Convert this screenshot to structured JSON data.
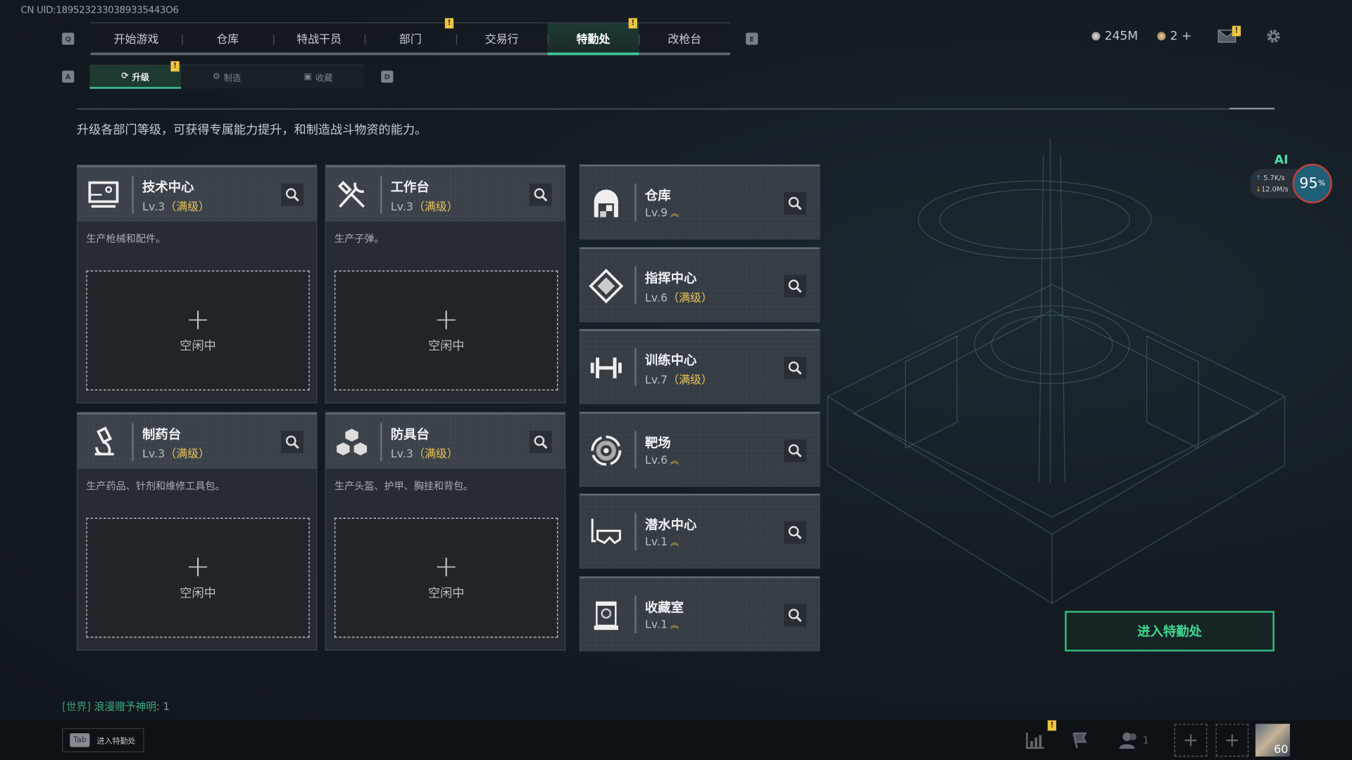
{
  "uid": "CN UID:1895232330389335443O6",
  "top_nav": {
    "left_key": "Q",
    "right_key": "E",
    "items": [
      {
        "label": "开始游戏"
      },
      {
        "label": "仓库"
      },
      {
        "label": "特战干员"
      },
      {
        "label": "部门",
        "alert": true
      },
      {
        "label": "交易行"
      },
      {
        "label": "特勤处",
        "active": true,
        "alert": true
      },
      {
        "label": "改枪台"
      }
    ]
  },
  "alert_glyph": "!",
  "sub_tabs": {
    "left_key": "A",
    "right_key": "D",
    "items": [
      {
        "label": "升级",
        "icon": "upgrade-icon",
        "active": true,
        "alert": true
      },
      {
        "label": "制造",
        "icon": "craft-gear-icon"
      },
      {
        "label": "收藏",
        "icon": "collection-icon"
      }
    ]
  },
  "resources": {
    "currency": "245M",
    "tickets": "2 +"
  },
  "network": {
    "badge": "AI",
    "upload": "5.7K/s",
    "download": "12.0M/s",
    "percent": "95",
    "percent_sign": "%"
  },
  "description": "升级各部门等级，可获得专属能力提升，和制造战斗物资的能力。",
  "production_cards": [
    {
      "name": "技术中心",
      "level": "Lv.3",
      "status": "（满级）",
      "desc": "生产枪械和配件。",
      "slot_label": "空闲中",
      "icon": "monitor-icon"
    },
    {
      "name": "工作台",
      "level": "Lv.3",
      "status": "（满级）",
      "desc": "生产子弹。",
      "slot_label": "空闲中",
      "icon": "tools-icon"
    },
    {
      "name": "制药台",
      "level": "Lv.3",
      "status": "（满级）",
      "desc": "生产药品、针剂和维修工具包。",
      "slot_label": "空闲中",
      "icon": "microscope-icon"
    },
    {
      "name": "防具台",
      "level": "Lv.3",
      "status": "（满级）",
      "desc": "生产头盔、护甲、胸挂和背包。",
      "slot_label": "空闲中",
      "icon": "armor-boxes-icon"
    }
  ],
  "slot_plus": "+",
  "facilities": [
    {
      "name": "仓库",
      "level": "Lv.9",
      "status": "",
      "upgradable": true,
      "icon": "warehouse-icon"
    },
    {
      "name": "指挥中心",
      "level": "Lv.6",
      "status": "（满级）",
      "upgradable": false,
      "icon": "command-icon"
    },
    {
      "name": "训练中心",
      "level": "Lv.7",
      "status": "（满级）",
      "upgradable": false,
      "icon": "dumbbell-icon"
    },
    {
      "name": "靶场",
      "level": "Lv.6",
      "status": "",
      "upgradable": true,
      "icon": "target-icon"
    },
    {
      "name": "潜水中心",
      "level": "Lv.1",
      "status": "",
      "upgradable": true,
      "icon": "diving-mask-icon"
    },
    {
      "name": "收藏室",
      "level": "Lv.1",
      "status": "",
      "upgradable": true,
      "icon": "display-case-icon"
    }
  ],
  "upgrade_glyph": "︽",
  "enter_button": "进入特勤处",
  "chat": {
    "channel": "[世界]",
    "sender": "浪漫赠予神明",
    "message": ": 1"
  },
  "bottom": {
    "tab_key": "Tab",
    "tab_label": "进入特勤处",
    "friends_count": "1",
    "plus": "+",
    "player_level": "60"
  },
  "colors": {
    "accent": "#3ec79a",
    "enter_green": "#2fbf7d",
    "alert": "#f0c53e",
    "max_level": "#e8c25a"
  }
}
